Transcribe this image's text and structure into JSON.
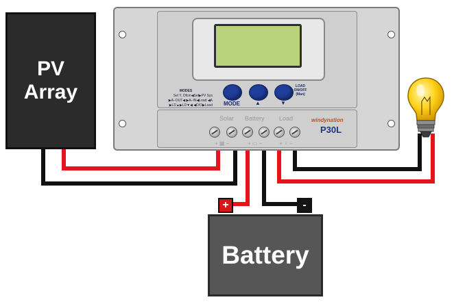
{
  "pv_array": {
    "line1": "PV",
    "line2": "Array"
  },
  "controller": {
    "buttons": [
      {
        "name": "mode",
        "label": "MODE"
      },
      {
        "name": "up",
        "label": "▲"
      },
      {
        "name": "down",
        "label": "▼"
      }
    ],
    "load_button_note": [
      "LOAD",
      "ON/OFF",
      "(Man)"
    ],
    "modes_title": "MODES",
    "modes_lines": [
      "Sel Y, Ofcm◀Sel▶PV Sys",
      "▶A–OUT◀ ▶A–IN◀Load ◀A",
      "▶LD▲▶LD▼◀ ◀D/O▶Load"
    ],
    "terminal_labels": {
      "solar": "Solar",
      "battery": "Battery",
      "load": "Load"
    },
    "terminal_symbols": {
      "solar": "+ ▦ –",
      "battery": "+ ▭ –",
      "load": "+ ♀ –"
    },
    "brand": "windynation",
    "model": "P30L"
  },
  "battery": {
    "label": "Battery",
    "positive_terminal": "+",
    "negative_terminal": "-"
  },
  "colors": {
    "positive_wire": "#e8141b",
    "negative_wire": "#111111",
    "button_blue": "#1f3e9b",
    "lcd_green": "#b7d27a"
  }
}
